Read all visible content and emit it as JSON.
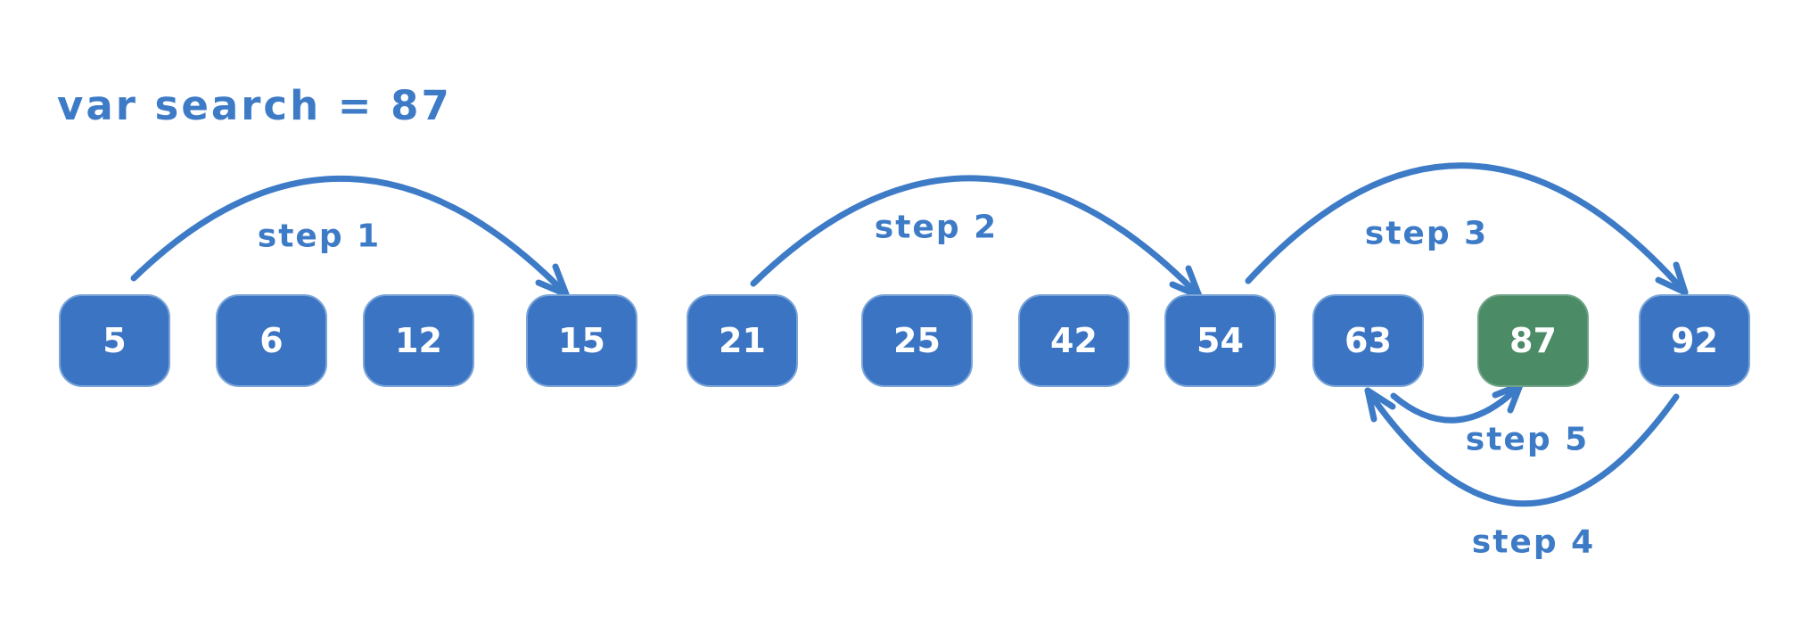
{
  "title": "var search = 87",
  "colors": {
    "accent_blue": "#3d7bc7",
    "box_blue": "#3b74c2",
    "box_green": "#4b8b66",
    "box_border": "#79a4d8",
    "box_text": "#ffffff",
    "background": "#ffffff"
  },
  "array_items": [
    {
      "value": "5",
      "state": "default"
    },
    {
      "value": "6",
      "state": "default"
    },
    {
      "value": "12",
      "state": "default"
    },
    {
      "value": "15",
      "state": "default"
    },
    {
      "value": "21",
      "state": "default"
    },
    {
      "value": "25",
      "state": "default"
    },
    {
      "value": "42",
      "state": "default"
    },
    {
      "value": "54",
      "state": "default"
    },
    {
      "value": "63",
      "state": "default"
    },
    {
      "value": "87",
      "state": "found"
    },
    {
      "value": "92",
      "state": "default"
    }
  ],
  "steps": [
    {
      "label": "step 1",
      "from": "5",
      "to": "15"
    },
    {
      "label": "step 2",
      "from": "21",
      "to": "54"
    },
    {
      "label": "step 3",
      "from": "54",
      "to": "92"
    },
    {
      "label": "step 4",
      "from": "92",
      "to": "63"
    },
    {
      "label": "step 5",
      "from": "63",
      "to": "87"
    }
  ]
}
